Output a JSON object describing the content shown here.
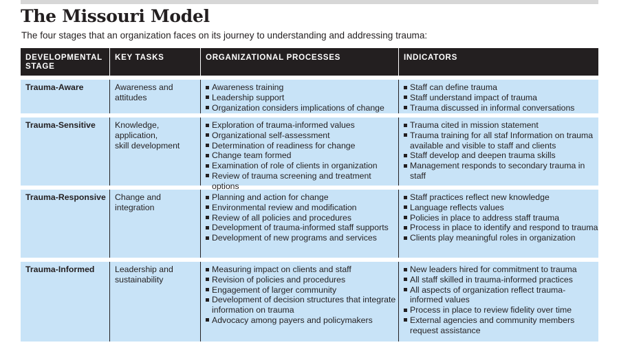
{
  "title": "The Missouri Model",
  "subtitle": "The four stages that an organization faces on its journey to understanding and addressing trauma:",
  "headers": {
    "stage": "DEVELOPMENTAL STAGE",
    "tasks": "KEY TASKS",
    "processes": "ORGANIZATIONAL PROCESSES",
    "indicators": "INDICATORS"
  },
  "rows": [
    {
      "stage": "Trauma-Aware",
      "tasks": "Awareness and\nattitudes",
      "processes": [
        "Awareness training",
        "Leadership support",
        "Organization considers implications of change"
      ],
      "indicators": [
        "Staff can define trauma",
        "Staff understand impact of trauma",
        "Trauma discussed in informal conversations"
      ]
    },
    {
      "stage": "Trauma-Sensitive",
      "tasks": "Knowledge,\napplication,\nskill development",
      "processes": [
        "Exploration of trauma-informed values",
        "Organizational self-assessment",
        "Determination of readiness for change",
        "Change team formed",
        "Examination of role of clients in organization",
        "Review of trauma screening and treatment options"
      ],
      "indicators": [
        "Trauma cited in mission statement",
        "Trauma training for all staf Information on trauma available and visible to staff and clients",
        "Staff develop and deepen trauma skills",
        "Management responds to secondary trauma in staff"
      ]
    },
    {
      "stage": "Trauma-Responsive",
      "tasks": "Change and\nintegration",
      "processes": [
        "Planning and action for change",
        "Environmental review and modification",
        "Review of all policies and procedures",
        "Development of trauma-informed staff supports",
        "Development of new programs and services"
      ],
      "indicators": [
        "Staff practices reflect new knowledge",
        "Language reflects values",
        "Policies in place to address staff trauma",
        "Process in place to identify and respond to trauma",
        "Clients play meaningful roles in organization"
      ]
    },
    {
      "stage": "Trauma-Informed",
      "tasks": "Leadership and\nsustainability",
      "processes": [
        "Measuring impact on clients and staff",
        "Revision of policies and procedures",
        "Engagement of larger community",
        "Development of decision structures that integrate information on trauma",
        "Advocacy among payers and policymakers"
      ],
      "indicators": [
        "New leaders hired for commitment to trauma",
        "All staff skilled in trauma-informed practices",
        "All aspects of organization reflect trauma-informed values",
        "Process in place to review fidelity over time",
        "External agencies and community members request assistance"
      ]
    }
  ]
}
